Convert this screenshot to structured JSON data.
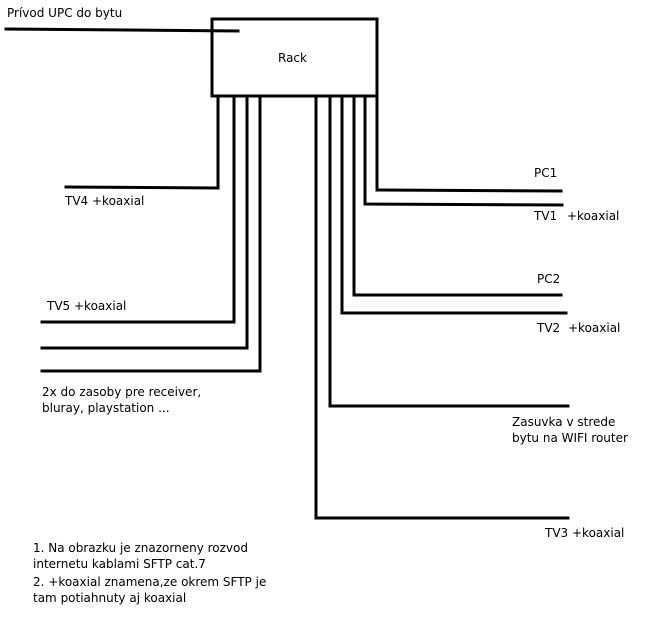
{
  "diagram": {
    "line_color": "#000000",
    "background": "#ffffff",
    "labels": {
      "privod": "Prívod UPC do bytu",
      "rack": "Rack",
      "tv4": "TV4 +koaxial",
      "tv5": "TV5 +koaxial",
      "zasoba_line1": "2x do zasoby pre receiver,",
      "zasoba_line2": "bluray, playstation ...",
      "pc1": "PC1",
      "tv1": "TV1",
      "tv1_koax": "+koaxial",
      "pc2": "PC2",
      "tv2": "TV2",
      "tv2_koax": "+koaxial",
      "zasuvka_line1": "Zasuvka v strede",
      "zasuvka_line2": "bytu na WIFI router",
      "tv3": "TV3 +koaxial",
      "note1_line1": "1. Na obrazku je znazorneny rozvod",
      "note1_line2": "internetu kablami SFTP cat.7",
      "note2_line1": "2. +koaxial znamena,ze okrem SFTP je",
      "note2_line2": "tam potiahnuty aj koaxial"
    }
  }
}
